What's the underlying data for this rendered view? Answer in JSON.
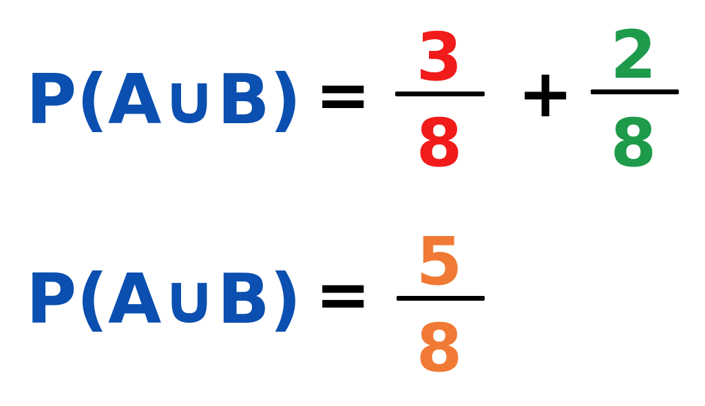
{
  "row1": {
    "lhs": "P(A∪B)",
    "equals": "=",
    "fraction1": {
      "numerator": "3",
      "denominator": "8",
      "color": "#f21b1b"
    },
    "plus": "+",
    "fraction2": {
      "numerator": "2",
      "denominator": "8",
      "color": "#1e9a4b"
    }
  },
  "row2": {
    "lhs": "P(A∪B)",
    "equals": "=",
    "fraction": {
      "numerator": "5",
      "denominator": "8",
      "color": "#f07a35"
    }
  },
  "colors": {
    "lhs": "#0b4fb0",
    "operators": "#000000"
  }
}
